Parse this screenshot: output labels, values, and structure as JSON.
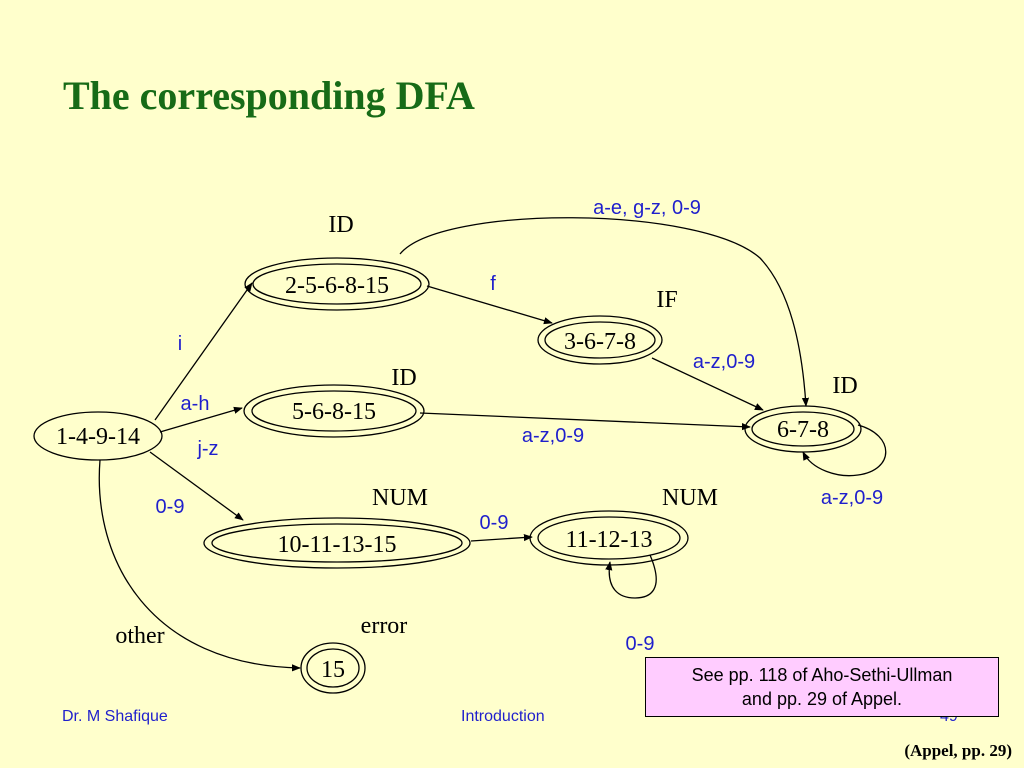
{
  "slide": {
    "title": "The corresponding DFA",
    "footer_author": "Dr. M  Shafique",
    "footer_section": "Introduction",
    "page_number": "49",
    "citation": "(Appel, pp. 29)",
    "reference_note": {
      "line1": "See pp. 118 of Aho-Sethi-Ullman",
      "line2": "and pp. 29 of Appel."
    }
  },
  "dfa": {
    "states": {
      "start": "1-4-9-14",
      "s2": "2-5-6-8-15",
      "s3": "3-6-7-8",
      "s5": "5-6-8-15",
      "s6": "6-7-8",
      "s10": "10-11-13-15",
      "s11": "11-12-13",
      "s15": "15"
    },
    "tokens": {
      "s2": "ID",
      "s3": "IF",
      "s5": "ID",
      "s6": "ID",
      "s10": "NUM",
      "s11": "NUM",
      "s15": "error"
    },
    "edge_labels": {
      "start_s2": "i",
      "start_s5_ah": "a-h",
      "start_s5_jz": "j-z",
      "start_s10": "0-9",
      "start_s15": "other",
      "s2_s3": "f",
      "s2_s6": "a-e, g-z, 0-9",
      "s3_s6": "a-z,0-9",
      "s5_s6": "a-z,0-9",
      "s6_loop": "a-z,0-9",
      "s10_s11": "0-9",
      "s11_loop": "0-9"
    }
  },
  "colors": {
    "background": "#ffffcc",
    "title": "#176b17",
    "edge_label": "#1f1fcc",
    "reference_box": "#ffccff"
  }
}
